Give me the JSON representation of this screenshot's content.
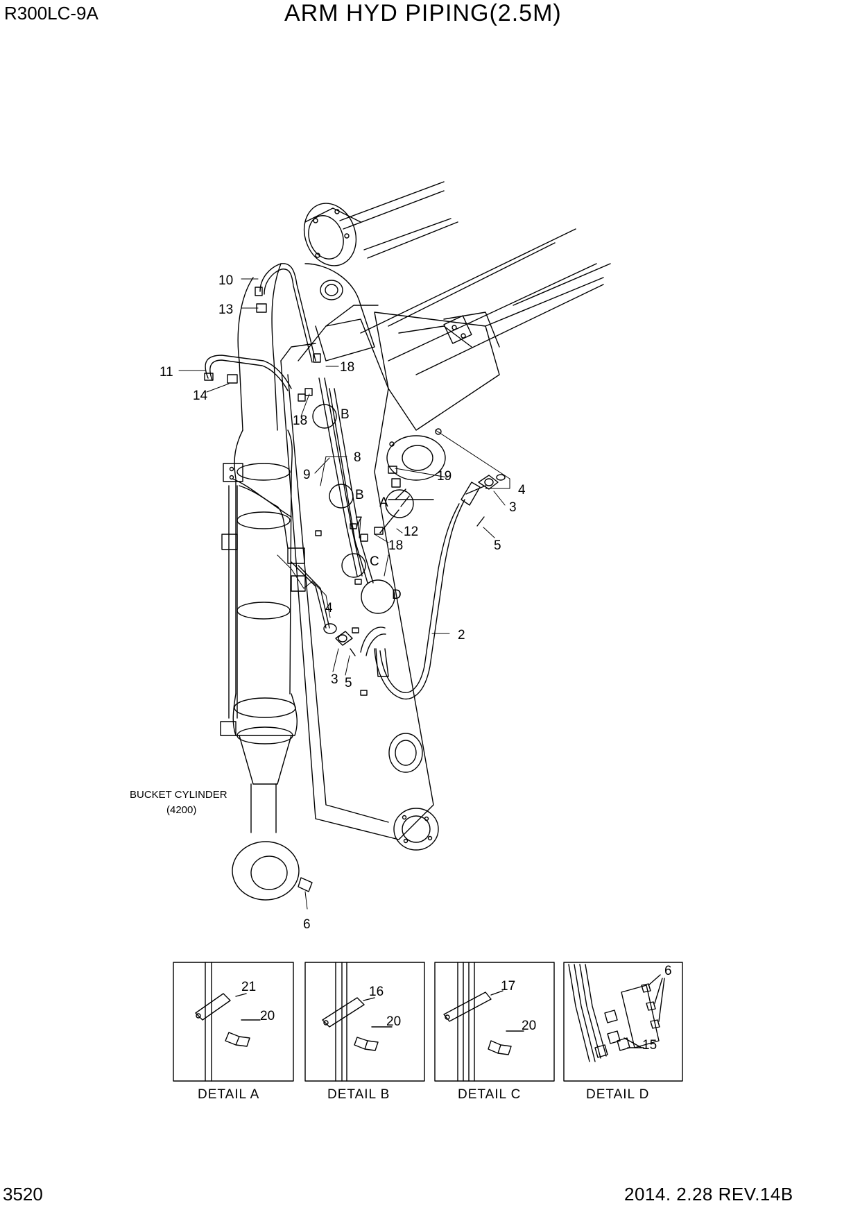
{
  "header": {
    "model": "R300LC-9A",
    "title": "ARM HYD PIPING(2.5M)"
  },
  "footer": {
    "page_number": "3520",
    "revision": "2014. 2.28  REV.14B"
  },
  "label_bucket_cylinder": "BUCKET CYLINDER",
  "label_bucket_cylinder_ref": "(4200)",
  "callouts": {
    "c10": "10",
    "c13": "13",
    "c11": "11",
    "c14": "14",
    "c18a": "18",
    "c18b": "18",
    "c18c": "18",
    "cB1": "B",
    "cB2": "B",
    "c8": "8",
    "c9": "9",
    "c19": "19",
    "c4a": "4",
    "c3a": "3",
    "cA": "A",
    "c7": "7",
    "c12": "12",
    "c5a": "5",
    "cC": "C",
    "cD": "D",
    "c2": "2",
    "c4b": "4",
    "c3b": "3",
    "c5b": "5",
    "c6": "6"
  },
  "details": [
    {
      "caption": "DETAIL  A",
      "parts": [
        "21",
        "20"
      ]
    },
    {
      "caption": "DETAIL  B",
      "parts": [
        "16",
        "20"
      ]
    },
    {
      "caption": "DETAIL  C",
      "parts": [
        "17",
        "20"
      ]
    },
    {
      "caption": "DETAIL  D",
      "parts": [
        "6",
        "15"
      ]
    }
  ]
}
